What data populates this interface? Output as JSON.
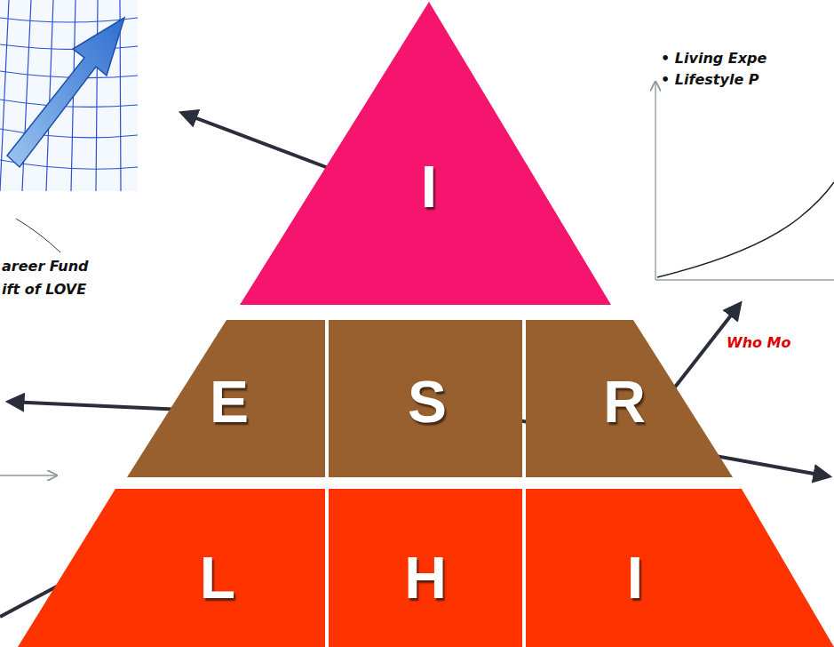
{
  "diagram": {
    "nodes": [
      {
        "text": [
          "I"
        ]
      },
      {
        "text": [
          "E"
        ]
      },
      {
        "text": [
          "S"
        ]
      },
      {
        "text": [
          "R"
        ]
      },
      {
        "text": [
          "L"
        ]
      },
      {
        "text": [
          "H"
        ]
      },
      {
        "text": [
          "I"
        ]
      }
    ],
    "labels": [
      "• Living Expe",
      "• Lifestyle P",
      "areer Fund",
      "ift of LOVE",
      "Who Mo"
    ]
  }
}
